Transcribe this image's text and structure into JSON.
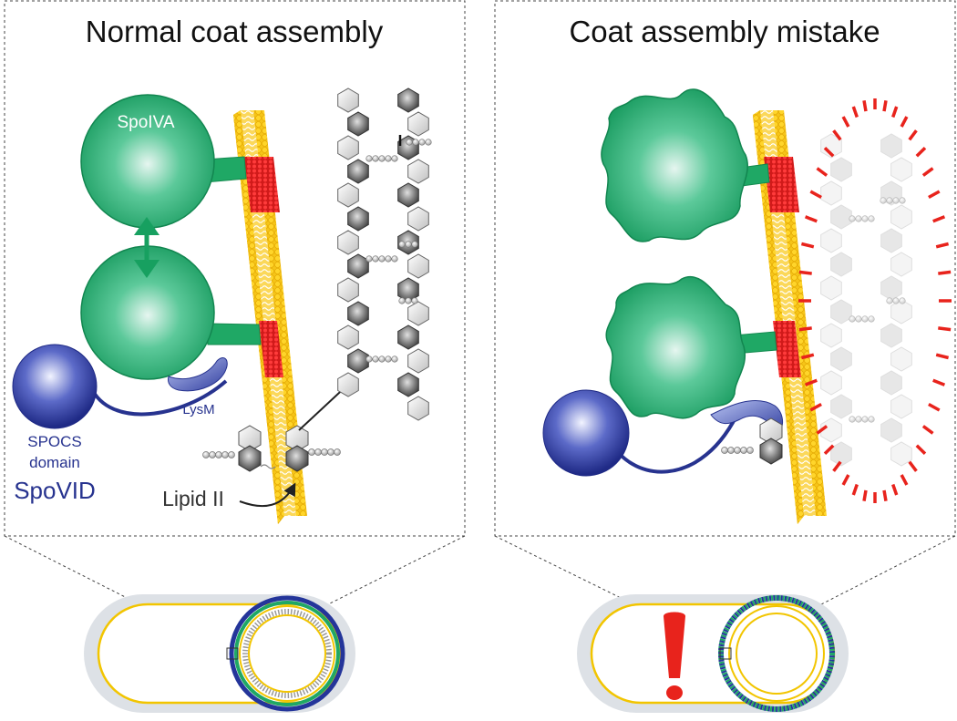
{
  "panels": [
    {
      "title": "Normal coat assembly"
    },
    {
      "title": "Coat assembly mistake"
    }
  ],
  "labels": {
    "spoiva": "SpoIVA",
    "lysm": "LysM",
    "spocs_line1": "SPOCS",
    "spocs_line2": "domain",
    "spovid": "SpoVID",
    "lipid_ii": "Lipid II",
    "exclamation": "!"
  },
  "colors": {
    "spoiva_green": "#1fa865",
    "spovid_blue": "#27338f",
    "membrane_yellow": "#f6c518",
    "anchor_red": "#e32222",
    "error_red": "#e8231c",
    "cell_gray": "#dde1e6"
  },
  "icons": [
    "double-arrow-icon",
    "arrow-icon",
    "curved-arrow-icon",
    "exclamation-icon"
  ]
}
